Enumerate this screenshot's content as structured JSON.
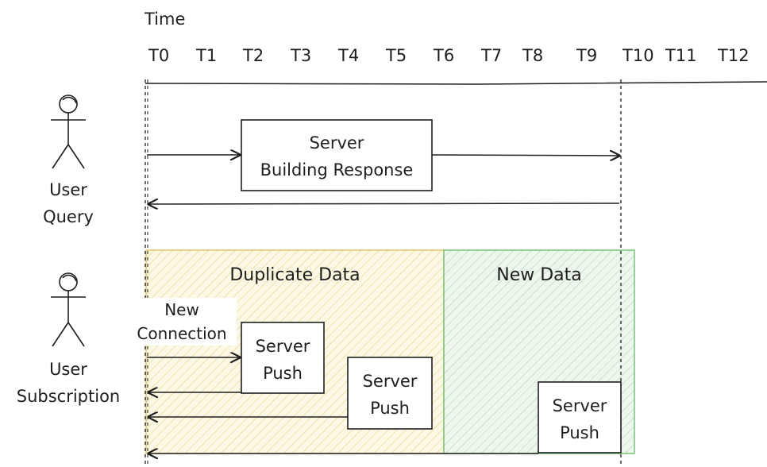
{
  "time_title": "Time",
  "ticks": [
    "T0",
    "T1",
    "T2",
    "T3",
    "T4",
    "T5",
    "T6",
    "T7",
    "T8",
    "T9",
    "T10",
    "T11",
    "T12"
  ],
  "actors": {
    "query": {
      "line1": "User",
      "line2": "Query"
    },
    "subscription": {
      "line1": "User",
      "line2": "Subscription"
    }
  },
  "query_box": {
    "line1": "Server",
    "line2": "Building Response"
  },
  "regions": {
    "duplicate": {
      "label": "Duplicate Data",
      "color": "#e8c766"
    },
    "new": {
      "label": "New Data",
      "color": "#5cb85c"
    }
  },
  "new_connection": {
    "line1": "New",
    "line2": "Connection"
  },
  "push_boxes": [
    {
      "line1": "Server",
      "line2": "Push"
    },
    {
      "line1": "Server",
      "line2": "Push"
    },
    {
      "line1": "Server",
      "line2": "Push"
    }
  ]
}
